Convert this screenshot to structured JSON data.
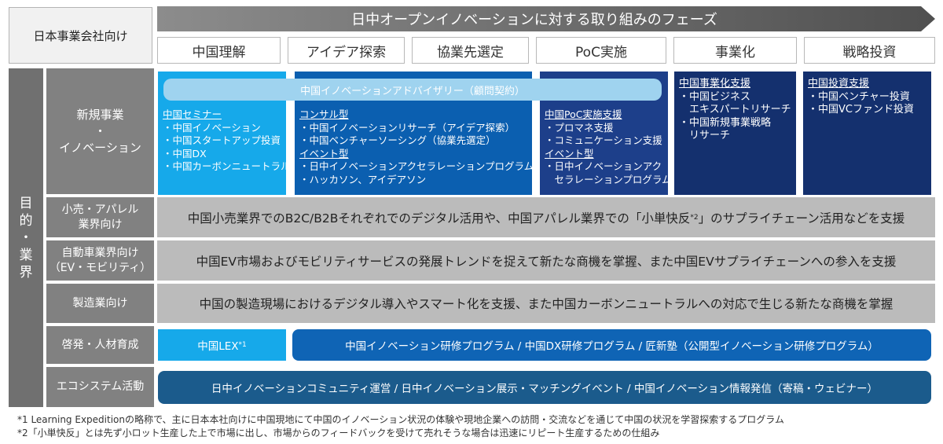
{
  "header": {
    "corner_label": "日本事業会社向け",
    "title": "日中オープンイノベーションに対する取り組みのフェーズ"
  },
  "phases": [
    "中国理解",
    "アイデア探索",
    "協業先選定",
    "PoC実施",
    "事業化",
    "戦略投資"
  ],
  "side_label": [
    "目",
    "的",
    "・",
    "業",
    "界"
  ],
  "rows": {
    "new_business": [
      "新規事業",
      "・",
      "イノベーション"
    ],
    "retail": [
      "小売・アパレル",
      "業界向け"
    ],
    "auto": [
      "自動車業界向け",
      "（EV・モビリティ）"
    ],
    "manufacturing": [
      "製造業向け"
    ],
    "talent": [
      "啓発・人材育成"
    ],
    "ecosystem": [
      "エコシステム活動"
    ]
  },
  "advisory_bar": "中国イノベーションアドバイザリー（顧問契約）",
  "boxes": {
    "understanding": {
      "title": "中国セミナー",
      "items": [
        "・中国イノベーション",
        "・中国スタートアップ投資",
        "・中国DX",
        "・中国カーボンニュートラル"
      ]
    },
    "consulting": {
      "title": "コンサル型",
      "items": [
        "・中国イノベーションリサーチ（アイデア探索）",
        "・中国ベンチャーソーシング（協業先選定）"
      ],
      "title2": "イベント型",
      "items2": [
        "・日中イノベーションアクセラレーションプログラム",
        "・ハッカソン、アイデアソン"
      ]
    },
    "poc": {
      "title": "中国PoC実施支援",
      "items": [
        "・プロマネ支援",
        "・コミュニケーション支援"
      ],
      "title2": "イベント型",
      "items2": [
        "・日中イノベーションアク",
        "　セラレーションプログラム"
      ]
    },
    "commercialization": {
      "title": "中国事業化支援",
      "items": [
        "・中国ビジネス",
        "　エキスパートリサーチ",
        "・中国新規事業戦略",
        "　リサーチ"
      ]
    },
    "investment": {
      "title": "中国投資支援",
      "items": [
        "・中国ベンチャー投資",
        "・中国VCファンド投資"
      ]
    }
  },
  "overlays": {
    "retail_pre": "中国小売業界でのB2C/B2Bそれぞれでのデジタル活用や、中国アパレル業界での「小単快反",
    "retail_sup": "*2",
    "retail_post": "」のサプライチェーン活用などを支援",
    "auto": "中国EV市場およびモビリティサービスの発展トレンドを捉えて新たな商機を掌握、また中国EVサプライチェーンへの参入を支援",
    "manufacturing": "中国の製造現場におけるデジタル導入やスマート化を支援、また中国カーボンニュートラルへの対応で生じる新たな商機を掌握"
  },
  "talent": {
    "lex": "中国LEX",
    "lex_sup": "*1",
    "programs": "中国イノベーション研修プログラム / 中国DX研修プログラム / 匠新塾（公開型イノベーション研修プログラム）"
  },
  "ecosystem": "日中イノベーションコミュニティ運営 / 日中イノベーション展示・マッチングイベント / 中国イノベーション情報発信（寄稿・ウェビナー）",
  "footnotes": [
    "*1 Learning Expeditionの略称で、主に日本本社向けに中国現地にて中国のイノベーション状況の体験や現地企業への訪問・交流などを通じて中国の状況を学習探索するプログラム",
    "*2「小単快反」とは先ず小ロット生産した上で市場に出し、市場からのフィードバックを受けて売れそうな場合は迅速にリピート生産するための仕組み"
  ],
  "colors": {
    "light_blue": "#16a9ea",
    "mid_blue": "#0b5fb0",
    "dark_navy": "#14306e",
    "gray_label": "#818181",
    "arrow": "#666666"
  }
}
